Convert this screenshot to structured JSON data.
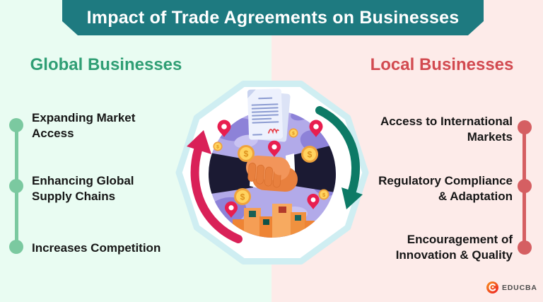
{
  "title": "Impact of Trade Agreements on Businesses",
  "left": {
    "heading": "Global Businesses",
    "items": [
      "Expanding Market\nAccess",
      "Enhancing Global\nSupply Chains",
      "Increases Competition"
    ]
  },
  "right": {
    "heading": "Local Businesses",
    "items": [
      "Access to International\nMarkets",
      "Regulatory Compliance\n& Adaptation",
      "Encouragement of\nInnovation & Quality"
    ]
  },
  "brand": {
    "name": "EDUCBA"
  },
  "illustration": {
    "theme": "handshake over globe with trade contract, arrows, coins, pins and cargo boxes",
    "icons": [
      "globe-icon",
      "handshake-icon",
      "contract-document-icon",
      "up-arrow-icon",
      "down-arrow-icon",
      "dollar-coin-icon",
      "location-pin-icon",
      "cargo-boxes-icon"
    ]
  },
  "colors": {
    "banner": "#1e7a80",
    "left_bg": "#e9fcf2",
    "right_bg": "#fdebe9",
    "left_heading": "#2f9e74",
    "right_heading": "#d24a50",
    "left_accent": "#7bc9a0",
    "right_accent": "#d55f62"
  }
}
